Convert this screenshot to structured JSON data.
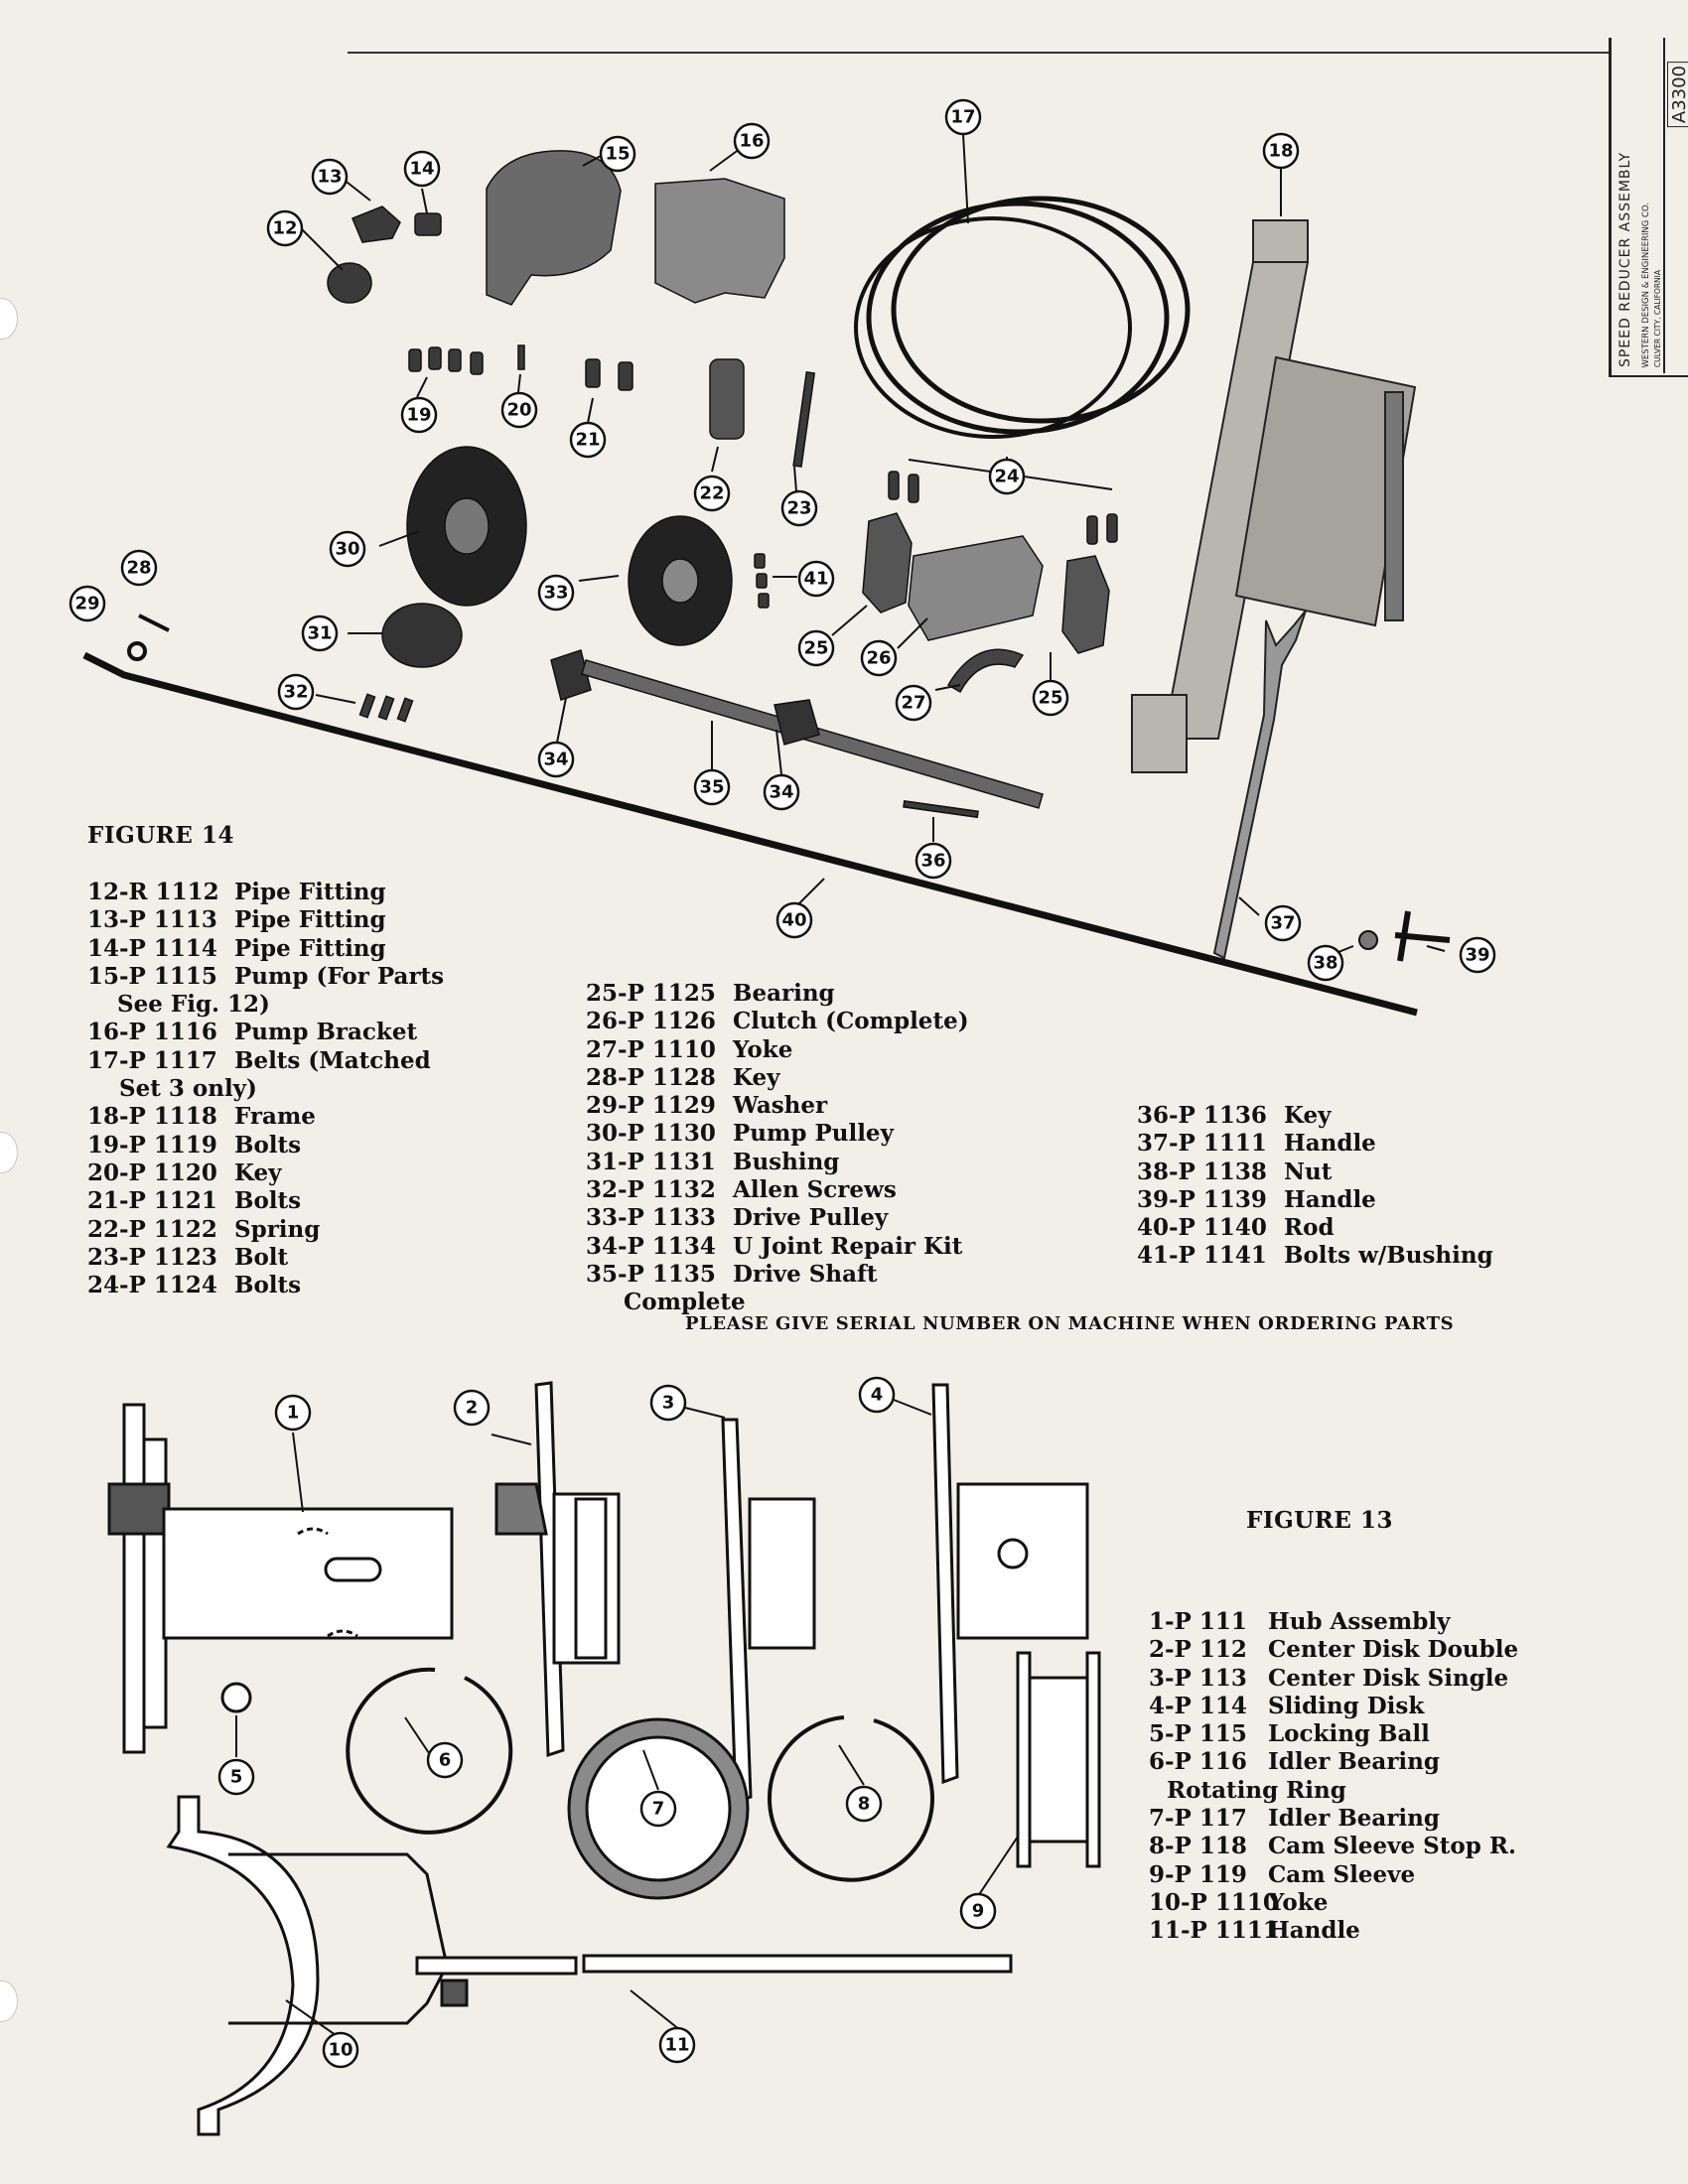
{
  "title_block": {
    "title": "SPEED REDUCER ASSEMBLY",
    "company": "WESTERN DESIGN & ENGINEERING CO.",
    "city": "CULVER CITY, CALIFORNIA",
    "drawing_number": "A3300"
  },
  "figure14": {
    "title": "FIGURE 14",
    "col1": [
      {
        "num": "12-R 1112",
        "desc": "Pipe Fitting"
      },
      {
        "num": "13-P 1113",
        "desc": "Pipe Fitting"
      },
      {
        "num": "14-P 1114",
        "desc": "Pipe Fitting"
      },
      {
        "num": "15-P 1115",
        "desc": "Pump (For Parts"
      },
      {
        "num": "",
        "desc": "See Fig. 12)"
      },
      {
        "num": "16-P 1116",
        "desc": "Pump Bracket"
      },
      {
        "num": "17-P 1117",
        "desc": "Belts (Matched"
      },
      {
        "num": "",
        "desc": "Set 3 only)"
      },
      {
        "num": "18-P 1118",
        "desc": "Frame"
      },
      {
        "num": "19-P 1119",
        "desc": "Bolts"
      },
      {
        "num": "20-P 1120",
        "desc": "Key"
      },
      {
        "num": "21-P 1121",
        "desc": "Bolts"
      },
      {
        "num": "22-P 1122",
        "desc": "Spring"
      },
      {
        "num": "23-P 1123",
        "desc": "Bolt"
      },
      {
        "num": "24-P 1124",
        "desc": "Bolts"
      }
    ],
    "col2": [
      {
        "num": "25-P 1125",
        "desc": "Bearing"
      },
      {
        "num": "26-P 1126",
        "desc": "Clutch (Complete)"
      },
      {
        "num": "27-P 1110",
        "desc": "Yoke"
      },
      {
        "num": "28-P 1128",
        "desc": "Key"
      },
      {
        "num": "29-P 1129",
        "desc": "Washer"
      },
      {
        "num": "30-P 1130",
        "desc": "Pump Pulley"
      },
      {
        "num": "31-P 1131",
        "desc": "Bushing"
      },
      {
        "num": "32-P 1132",
        "desc": "Allen Screws"
      },
      {
        "num": "33-P 1133",
        "desc": "Drive Pulley"
      },
      {
        "num": "34-P 1134",
        "desc": "U Joint Repair Kit"
      },
      {
        "num": "35-P 1135",
        "desc": "Drive Shaft"
      },
      {
        "num": "",
        "desc": "Complete"
      }
    ],
    "col3": [
      {
        "num": "36-P 1136",
        "desc": "Key"
      },
      {
        "num": "37-P 1111",
        "desc": "Handle"
      },
      {
        "num": "38-P 1138",
        "desc": "Nut"
      },
      {
        "num": "39-P 1139",
        "desc": "Handle"
      },
      {
        "num": "40-P 1140",
        "desc": "Rod"
      },
      {
        "num": "41-P 1141",
        "desc": "Bolts w/Bushing"
      }
    ],
    "callouts": [
      "12",
      "13",
      "14",
      "15",
      "16",
      "17",
      "18",
      "19",
      "20",
      "21",
      "22",
      "23",
      "24",
      "25",
      "25",
      "26",
      "27",
      "28",
      "29",
      "30",
      "31",
      "32",
      "33",
      "34",
      "34",
      "35",
      "36",
      "37",
      "38",
      "39",
      "40",
      "41"
    ]
  },
  "notice": "PLEASE GIVE SERIAL NUMBER ON MACHINE WHEN ORDERING PARTS",
  "figure13": {
    "title": "FIGURE 13",
    "parts": [
      {
        "num": "1-P 111",
        "desc": "Hub Assembly"
      },
      {
        "num": "2-P 112",
        "desc": "Center Disk Double"
      },
      {
        "num": "3-P 113",
        "desc": "Center Disk Single"
      },
      {
        "num": "4-P 114",
        "desc": "Sliding Disk"
      },
      {
        "num": "5-P 115",
        "desc": "Locking Ball"
      },
      {
        "num": "6-P 116",
        "desc": "Idler Bearing"
      },
      {
        "num": "",
        "desc": "Rotating Ring"
      },
      {
        "num": "7-P 117",
        "desc": "Idler Bearing"
      },
      {
        "num": "8-P 118",
        "desc": "Cam Sleeve Stop R."
      },
      {
        "num": "9-P 119",
        "desc": "Cam Sleeve"
      },
      {
        "num": "10-P 1110",
        "desc": "Yoke"
      },
      {
        "num": "11-P 1111",
        "desc": "Handle"
      }
    ],
    "callouts": [
      "1",
      "2",
      "3",
      "4",
      "5",
      "6",
      "7",
      "8",
      "9",
      "10",
      "11"
    ]
  }
}
